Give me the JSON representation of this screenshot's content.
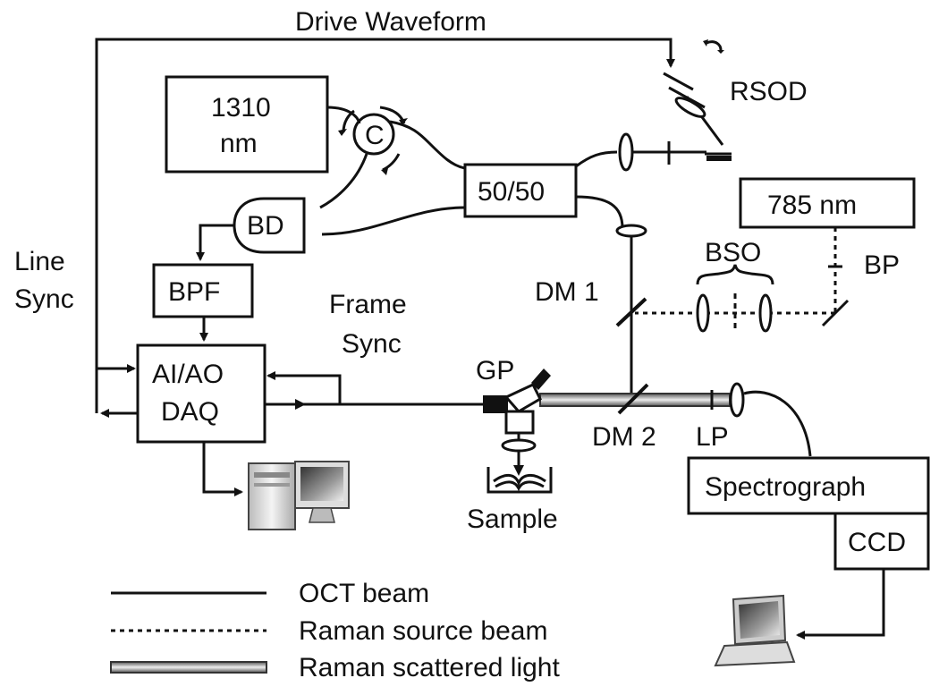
{
  "labels": {
    "drive_waveform": "Drive Waveform",
    "rsod": "RSOD",
    "laser_1310_line1": "1310",
    "laser_1310_line2": "nm",
    "circulator": "C",
    "coupler": "50/50",
    "laser_785": "785 nm",
    "bd": "BD",
    "bpf": "BPF",
    "line_sync_1": "Line",
    "line_sync_2": "Sync",
    "frame_sync_1": "Frame",
    "frame_sync_2": "Sync",
    "daq_1": "AI/AO",
    "daq_2": "DAQ",
    "bso": "BSO",
    "bp": "BP",
    "dm1": "DM 1",
    "dm2": "DM 2",
    "gp": "GP",
    "lp": "LP",
    "sample": "Sample",
    "spectrograph": "Spectrograph",
    "ccd": "CCD"
  },
  "legend": [
    {
      "style": "solid",
      "label": "OCT beam"
    },
    {
      "style": "dotted",
      "label": "Raman source beam"
    },
    {
      "style": "tube",
      "label": "Raman scattered light"
    }
  ],
  "icons": {
    "desktop": "desktop-computer-icon",
    "laptop": "laptop-computer-icon"
  }
}
